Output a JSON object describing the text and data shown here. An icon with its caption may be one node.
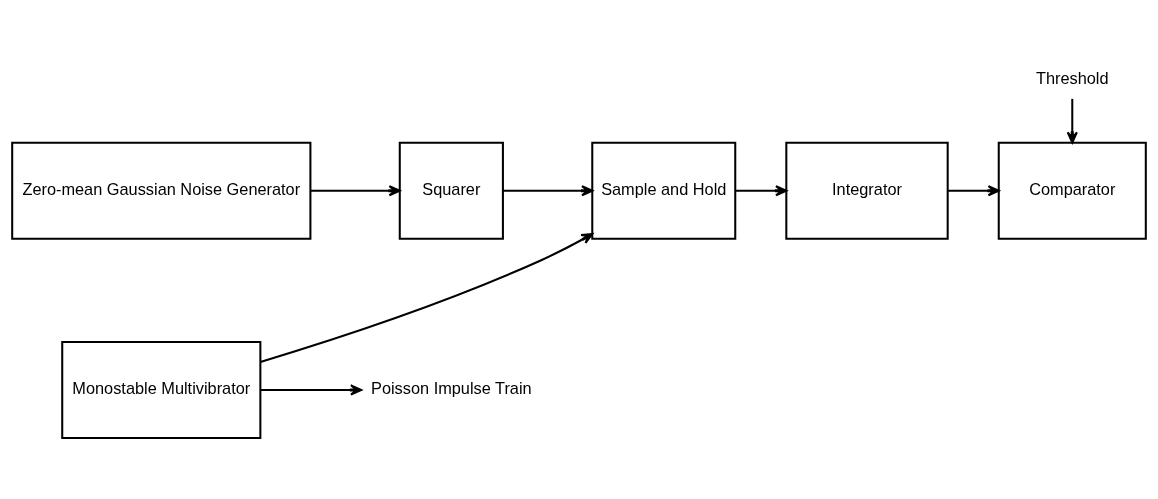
{
  "diagram": {
    "nodes": [
      {
        "text": [
          "Zero-mean Gaussian Noise Generator"
        ]
      },
      {
        "text": [
          "Squarer"
        ]
      },
      {
        "text": [
          "Sample and Hold"
        ]
      },
      {
        "text": [
          "Integrator"
        ]
      },
      {
        "text": [
          "Comparator"
        ]
      },
      {
        "text": [
          "Monostable Multivibrator"
        ]
      },
      {
        "text": [
          "Threshold"
        ]
      },
      {
        "text": [
          "Poisson Impulse Train"
        ]
      }
    ],
    "edges": [
      {
        "from": 0,
        "to": 1,
        "arrow": "to"
      },
      {
        "from": 1,
        "to": 2,
        "arrow": "to"
      },
      {
        "from": 2,
        "to": 3,
        "arrow": "to"
      },
      {
        "from": 3,
        "to": 4,
        "arrow": "to"
      },
      {
        "from": 6,
        "to": 4,
        "arrow": "to"
      },
      {
        "from": 5,
        "to": 2,
        "arrow": "to"
      },
      {
        "from": 5,
        "to": 7,
        "arrow": "to"
      }
    ]
  }
}
